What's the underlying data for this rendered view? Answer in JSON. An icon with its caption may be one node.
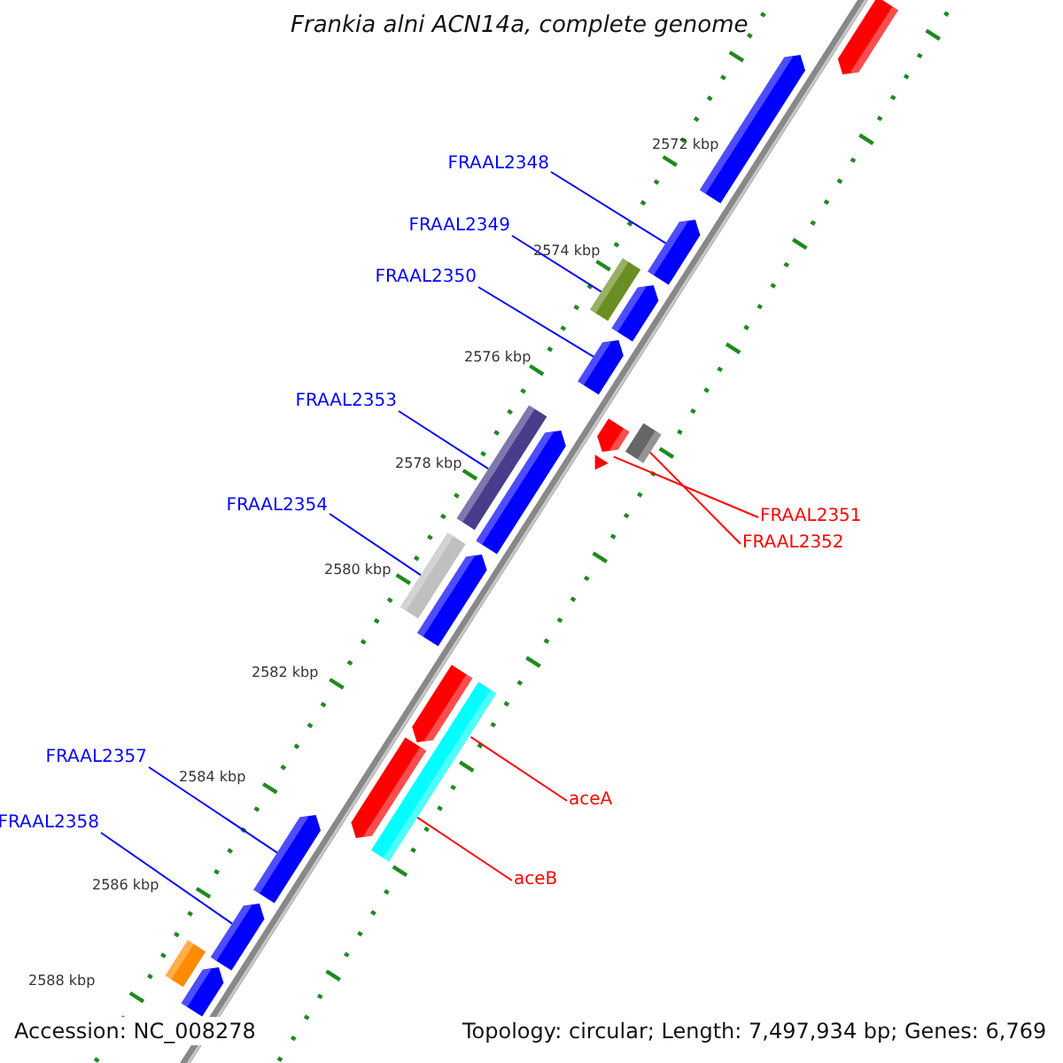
{
  "diagram": {
    "title": "Frankia alni ACN14a, complete genome",
    "nodes": [
      {
        "text": [
          "FRAAL2348"
        ]
      },
      {
        "text": [
          "FRAAL2349"
        ]
      },
      {
        "text": [
          "FRAAL2350"
        ]
      },
      {
        "text": [
          "FRAAL2353"
        ]
      },
      {
        "text": [
          "FRAAL2354"
        ]
      },
      {
        "text": [
          "FRAAL2357"
        ]
      },
      {
        "text": [
          "FRAAL2358"
        ]
      },
      {
        "text": [
          "FRAAL2351"
        ]
      },
      {
        "text": [
          "FRAAL2352"
        ]
      },
      {
        "text": [
          "aceA"
        ]
      },
      {
        "text": [
          "aceB"
        ]
      },
      {
        "text": [],
        "shape": "bar"
      },
      {
        "text": [],
        "shape": "bar"
      },
      {
        "text": [],
        "shape": "bar"
      },
      {
        "text": [],
        "shape": "bar"
      },
      {
        "text": [],
        "shape": "bar"
      },
      {
        "text": [],
        "shape": "bar"
      },
      {
        "text": [],
        "shape": "bar"
      },
      {
        "text": [],
        "shape": "bar"
      },
      {
        "text": [],
        "shape": "bar"
      },
      {
        "text": [],
        "shape": "bar"
      },
      {
        "text": [],
        "shape": "bar"
      },
      {
        "text": [],
        "shape": "bar"
      },
      {
        "text": [],
        "shape": "bar"
      },
      {
        "text": [],
        "shape": "bar"
      },
      {
        "text": [],
        "shape": "bar"
      },
      {
        "text": [],
        "shape": "bar"
      },
      {
        "text": [],
        "shape": "bar"
      },
      {
        "text": [],
        "shape": "bar"
      },
      {
        "text": [],
        "shape": "bar"
      },
      {
        "text": [],
        "shape": "bar"
      }
    ],
    "edges": [
      {
        "from": 0,
        "to": 13,
        "arrow": "none"
      },
      {
        "from": 1,
        "to": 14,
        "arrow": "none"
      },
      {
        "from": 2,
        "to": 16,
        "arrow": "none"
      },
      {
        "from": 3,
        "to": 20,
        "arrow": "none"
      },
      {
        "from": 4,
        "to": 22,
        "arrow": "none"
      },
      {
        "from": 5,
        "to": 27,
        "arrow": "none"
      },
      {
        "from": 6,
        "to": 28,
        "arrow": "none"
      },
      {
        "from": 7,
        "to": 17,
        "arrow": "none",
        "color": "#ff0000"
      },
      {
        "from": 8,
        "to": 18,
        "arrow": "none",
        "color": "#ff0000"
      },
      {
        "from": 9,
        "to": 24,
        "arrow": "none",
        "color": "#ff0000"
      },
      {
        "from": 10,
        "to": 25,
        "arrow": "none",
        "color": "#ff0000"
      }
    ],
    "labels": [
      "2572 kbp",
      "2574 kbp",
      "2576 kbp",
      "2578 kbp",
      "2580 kbp",
      "2582 kbp",
      "2584 kbp",
      "2586 kbp",
      "2588 kbp",
      "Accession: NC_008278",
      "Topology: circular; Length: 7,497,934 bp; Genes: 6,769"
    ]
  }
}
